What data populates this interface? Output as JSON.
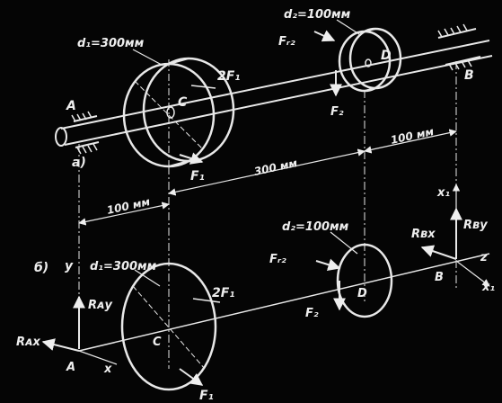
{
  "diagram_a": {
    "d1": "d₁=300мм",
    "d2": "d₂=100мм",
    "point_A": "A",
    "point_B": "B",
    "point_C": "C",
    "point_D": "D",
    "force_2F1": "2F₁",
    "force_F1": "F₁",
    "force_Fr2": "Fᵣ₂",
    "force_F2": "F₂",
    "panel_label": "a)",
    "dim_100_right": "100 мм",
    "dim_300": "300 мм",
    "dim_100_left": "100 мм"
  },
  "diagram_b": {
    "panel_label": "б)",
    "d1": "d₁=300мм",
    "d2": "d₂=100мм",
    "axis_y": "y",
    "axis_x": "x",
    "axis_z": "z",
    "axis_x1": "x₁",
    "axis_y1": "x₁",
    "R_Ay": "Rᴀy",
    "R_Ax": "Rᴀx",
    "R_Bx": "Rʙx",
    "R_By": "Rʙy",
    "point_A": "A",
    "point_B": "B",
    "point_C": "C",
    "point_D": "D",
    "force_2F1": "2F₁",
    "force_F1": "F₁",
    "force_Fr2": "Fᵣ₂",
    "force_F2": "F₂"
  }
}
